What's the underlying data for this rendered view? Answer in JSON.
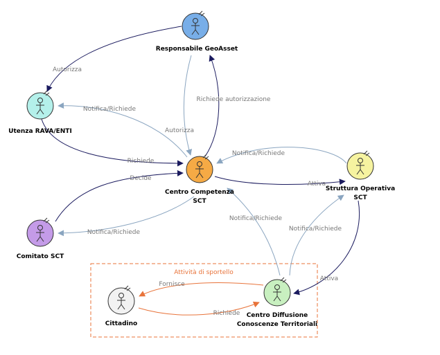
{
  "colors": {
    "dark_edge": "#1a1a5e",
    "light_edge": "#8aa5c0",
    "orange_edge": "#e8733a",
    "group_border": "#e8733a"
  },
  "nodes": {
    "responsabile": {
      "label": "Responsabile GeoAsset",
      "color": "#78aee8"
    },
    "utenza": {
      "label": "Utenza RAVA/ENTI",
      "color": "#b4f0ea"
    },
    "centro_competenza": {
      "label_line1": "Centro Competenza",
      "label_line2": "SCT",
      "color": "#f5aa45"
    },
    "struttura": {
      "label_line1": "Struttura Operativa",
      "label_line2": "SCT",
      "color": "#f6f3a0"
    },
    "comitato": {
      "label": "Comitato SCT",
      "color": "#c49be8"
    },
    "cittadino": {
      "label": "Cittadino",
      "color": "#f2f2f2"
    },
    "centro_diffusione": {
      "label_line1": "Centro Diffusione",
      "label_line2": "Conoscenze Territoriali",
      "color": "#c8f0c0"
    }
  },
  "group": {
    "label": "Attività di sportello"
  },
  "edges": {
    "autorizza_top": "Autorizza",
    "richiede_autorizzazione": "Richiede autorizzazione",
    "autorizza_mid": "Autorizza",
    "notifica_utenza": "Notifica/Richiede",
    "richiede_utenza": "Richiede",
    "notifica_struttura": "Notifica/Richiede",
    "attiva_struttura": "Attiva",
    "decide": "Decide",
    "notifica_comitato": "Notifica/Richiede",
    "notifica_diffusione_cc": "Notifica/Richiede",
    "notifica_diffusione_so": "Notifica/Richiede",
    "attiva_diffusione": "Attiva",
    "fornisce": "Fornisce",
    "richiede_cittadino": "Richiede"
  }
}
